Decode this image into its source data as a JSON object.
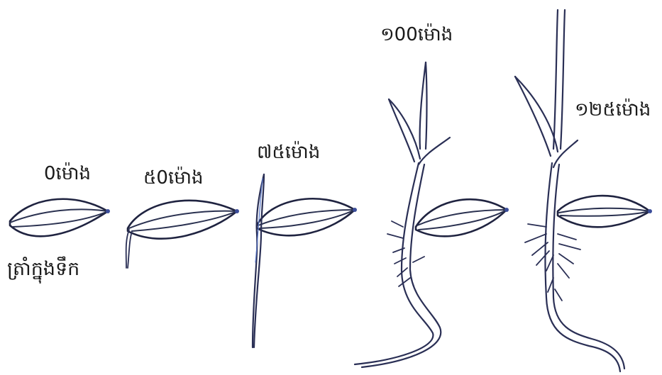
{
  "stages": [
    {
      "label": "0ម៉ោង"
    },
    {
      "label": "៥0ម៉ោង"
    },
    {
      "label": "៧៥ម៉ោង"
    },
    {
      "label": "១00ម៉ោង"
    },
    {
      "label": "១២៥ម៉ោង"
    }
  ],
  "soak_label": "ត្រាំក្នុងទឹក",
  "colors": {
    "ink": "#1f2340",
    "accent_blue": "#3b4d9a",
    "background": "#ffffff"
  }
}
